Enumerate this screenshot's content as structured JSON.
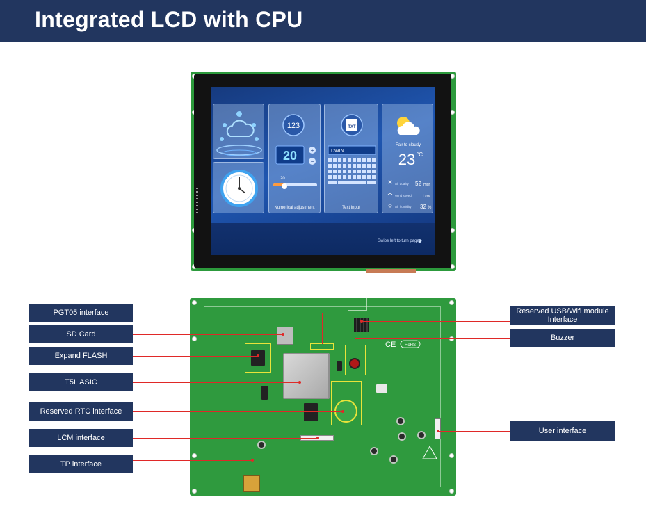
{
  "header": {
    "title": "Integrated LCD with CPU"
  },
  "screen": {
    "cards": [
      {
        "label": ""
      },
      {
        "number_badge": "123",
        "value": "20",
        "slider_value": "20",
        "label": "Numerical adjustment"
      },
      {
        "input_text": "DWIN",
        "icon_text": "TXT",
        "label": "Text input"
      },
      {
        "condition": "Fair to cloudy",
        "temperature": "23",
        "temp_unit": "°C",
        "rows": [
          {
            "name": "Air quality",
            "value": "52",
            "value_suffix": "High"
          },
          {
            "name": "Wind speed",
            "value": "Low",
            "value_suffix": ""
          },
          {
            "name": "Air humidity",
            "value": "32",
            "value_suffix": "%"
          }
        ]
      }
    ],
    "swipe_hint": "Swipe left to turn pages"
  },
  "board_marks": {
    "ce": "CE",
    "rohs": "RoHS"
  },
  "callouts_left": [
    {
      "text": "PGT05 interface"
    },
    {
      "text": "SD Card"
    },
    {
      "text": "Expand FLASH"
    },
    {
      "text": "T5L ASIC"
    },
    {
      "text": "Reserved RTC interface"
    },
    {
      "text": "LCM interface"
    },
    {
      "text": "TP interface"
    }
  ],
  "callouts_right": [
    {
      "text_line1": "Reserved USB/Wifi module",
      "text_line2": "Interface"
    },
    {
      "text": "Buzzer"
    },
    {
      "text": "User interface"
    }
  ],
  "colors": {
    "header_bg": "#22365f",
    "label_bg": "#22365f",
    "leader_line": "#e02828",
    "pcb_green": "#2f9a3e"
  }
}
